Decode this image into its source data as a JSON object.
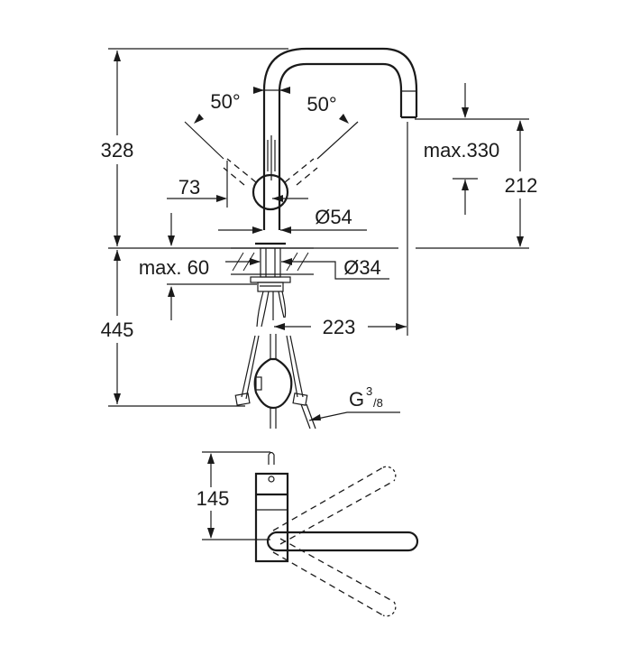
{
  "dimensions": {
    "total_height": "328",
    "below_counter": "445",
    "lever_angle_left": "50°",
    "lever_angle_right": "50°",
    "lever_offset": "73",
    "spout_height_max": "max.330",
    "outlet_height": "212",
    "body_diameter": "Ø54",
    "counter_thickness_max": "max. 60",
    "hole_diameter": "Ø34",
    "reach": "223",
    "connection_thread_prefix": "G",
    "connection_thread_num": "3",
    "connection_thread_den": "/8",
    "top_view_depth": "145"
  },
  "colors": {
    "line": "#1a1a1a",
    "background": "#ffffff"
  }
}
